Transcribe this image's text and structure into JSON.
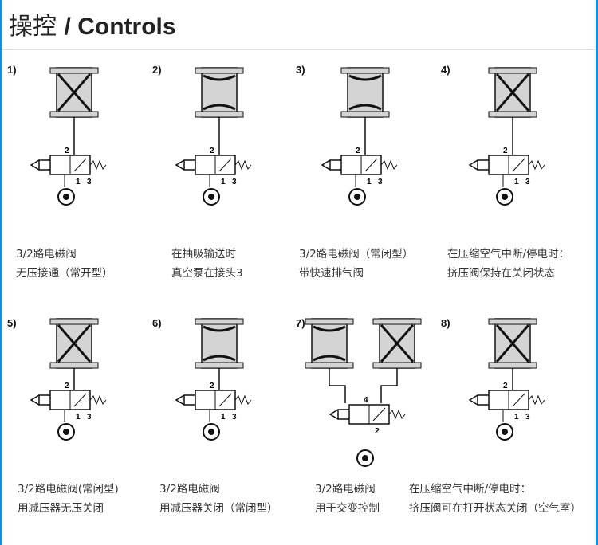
{
  "title": {
    "cn": "操控",
    "en": "/ Controls"
  },
  "panels": [
    {
      "num": "1)",
      "lines": [
        "3/2路电磁阀",
        "无压接通（常开型）"
      ],
      "ports": [
        "2",
        "1",
        "3"
      ]
    },
    {
      "num": "2)",
      "lines": [
        "在抽吸输送时",
        "真空泵在接头3"
      ],
      "ports": [
        "2",
        "1",
        "3"
      ]
    },
    {
      "num": "3)",
      "lines": [
        "3/2路电磁阀（常闭型）",
        "带快速排气阀"
      ],
      "ports": [
        "2",
        "1",
        "3"
      ]
    },
    {
      "num": "4)",
      "lines": [
        "在压缩空气中断/停电时：",
        "挤压阀保持在关闭状态"
      ],
      "ports": [
        "2",
        "1",
        "3"
      ]
    },
    {
      "num": "5)",
      "lines": [
        "3/2路电磁阀(常闭型)",
        "用减压器无压关闭"
      ],
      "ports": [
        "2",
        "1",
        "3"
      ]
    },
    {
      "num": "6)",
      "lines": [
        "3/2路电磁阀",
        "用减压器关闭（常闭型）"
      ],
      "ports": [
        "2",
        "1",
        "3"
      ]
    },
    {
      "num": "7)",
      "lines": [
        "3/2路电磁阀",
        "用于交变控制"
      ],
      "ports": [
        "4",
        "2"
      ]
    },
    {
      "num": "8)",
      "lines": [
        "在压缩空气中断/停电时：",
        "挤压阀可在打开状态关闭（空气室）"
      ],
      "ports": [
        "2",
        "1",
        "3"
      ]
    }
  ],
  "colors": {
    "border": "#1a8fd6",
    "body": "#d4d4d4",
    "line": "#111111"
  }
}
